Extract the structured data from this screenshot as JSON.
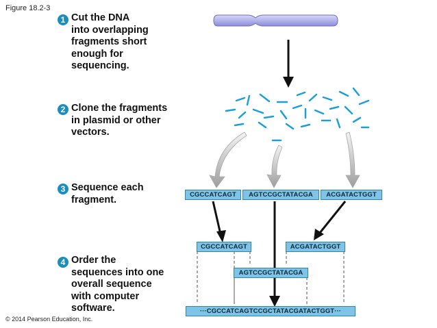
{
  "figure_label": "Figure 18.2-3",
  "copyright": "© 2014 Pearson Education, Inc.",
  "steps": [
    {
      "num": "1",
      "text": "Cut the DNA\ninto overlapping\nfragments short\nenough for\nsequencing."
    },
    {
      "num": "2",
      "text": "Clone the fragments\nin plasmid or other\nvectors."
    },
    {
      "num": "3",
      "text": "Sequence each\nfragment."
    },
    {
      "num": "4",
      "text": "Order the\nsequences into one\noverall sequence\nwith computer\nsoftware."
    }
  ],
  "fragments_row": [
    "CGCCATCAGT",
    "AGTCCGCTATACGA",
    "ACGATACTGGT"
  ],
  "ordered": {
    "left": "CGCCATCAGT",
    "right": "ACGATACTGGT",
    "middle": "AGTCCGCTATACGA",
    "full": "···CGCCATCAGTCCGCTATACGATACTGGT···"
  },
  "colors": {
    "step_circle": "#1a8fbf",
    "seq_fill": "#7fc4e6",
    "fragment": "#1c9fd6",
    "chromosome": "#b3b3ec"
  }
}
